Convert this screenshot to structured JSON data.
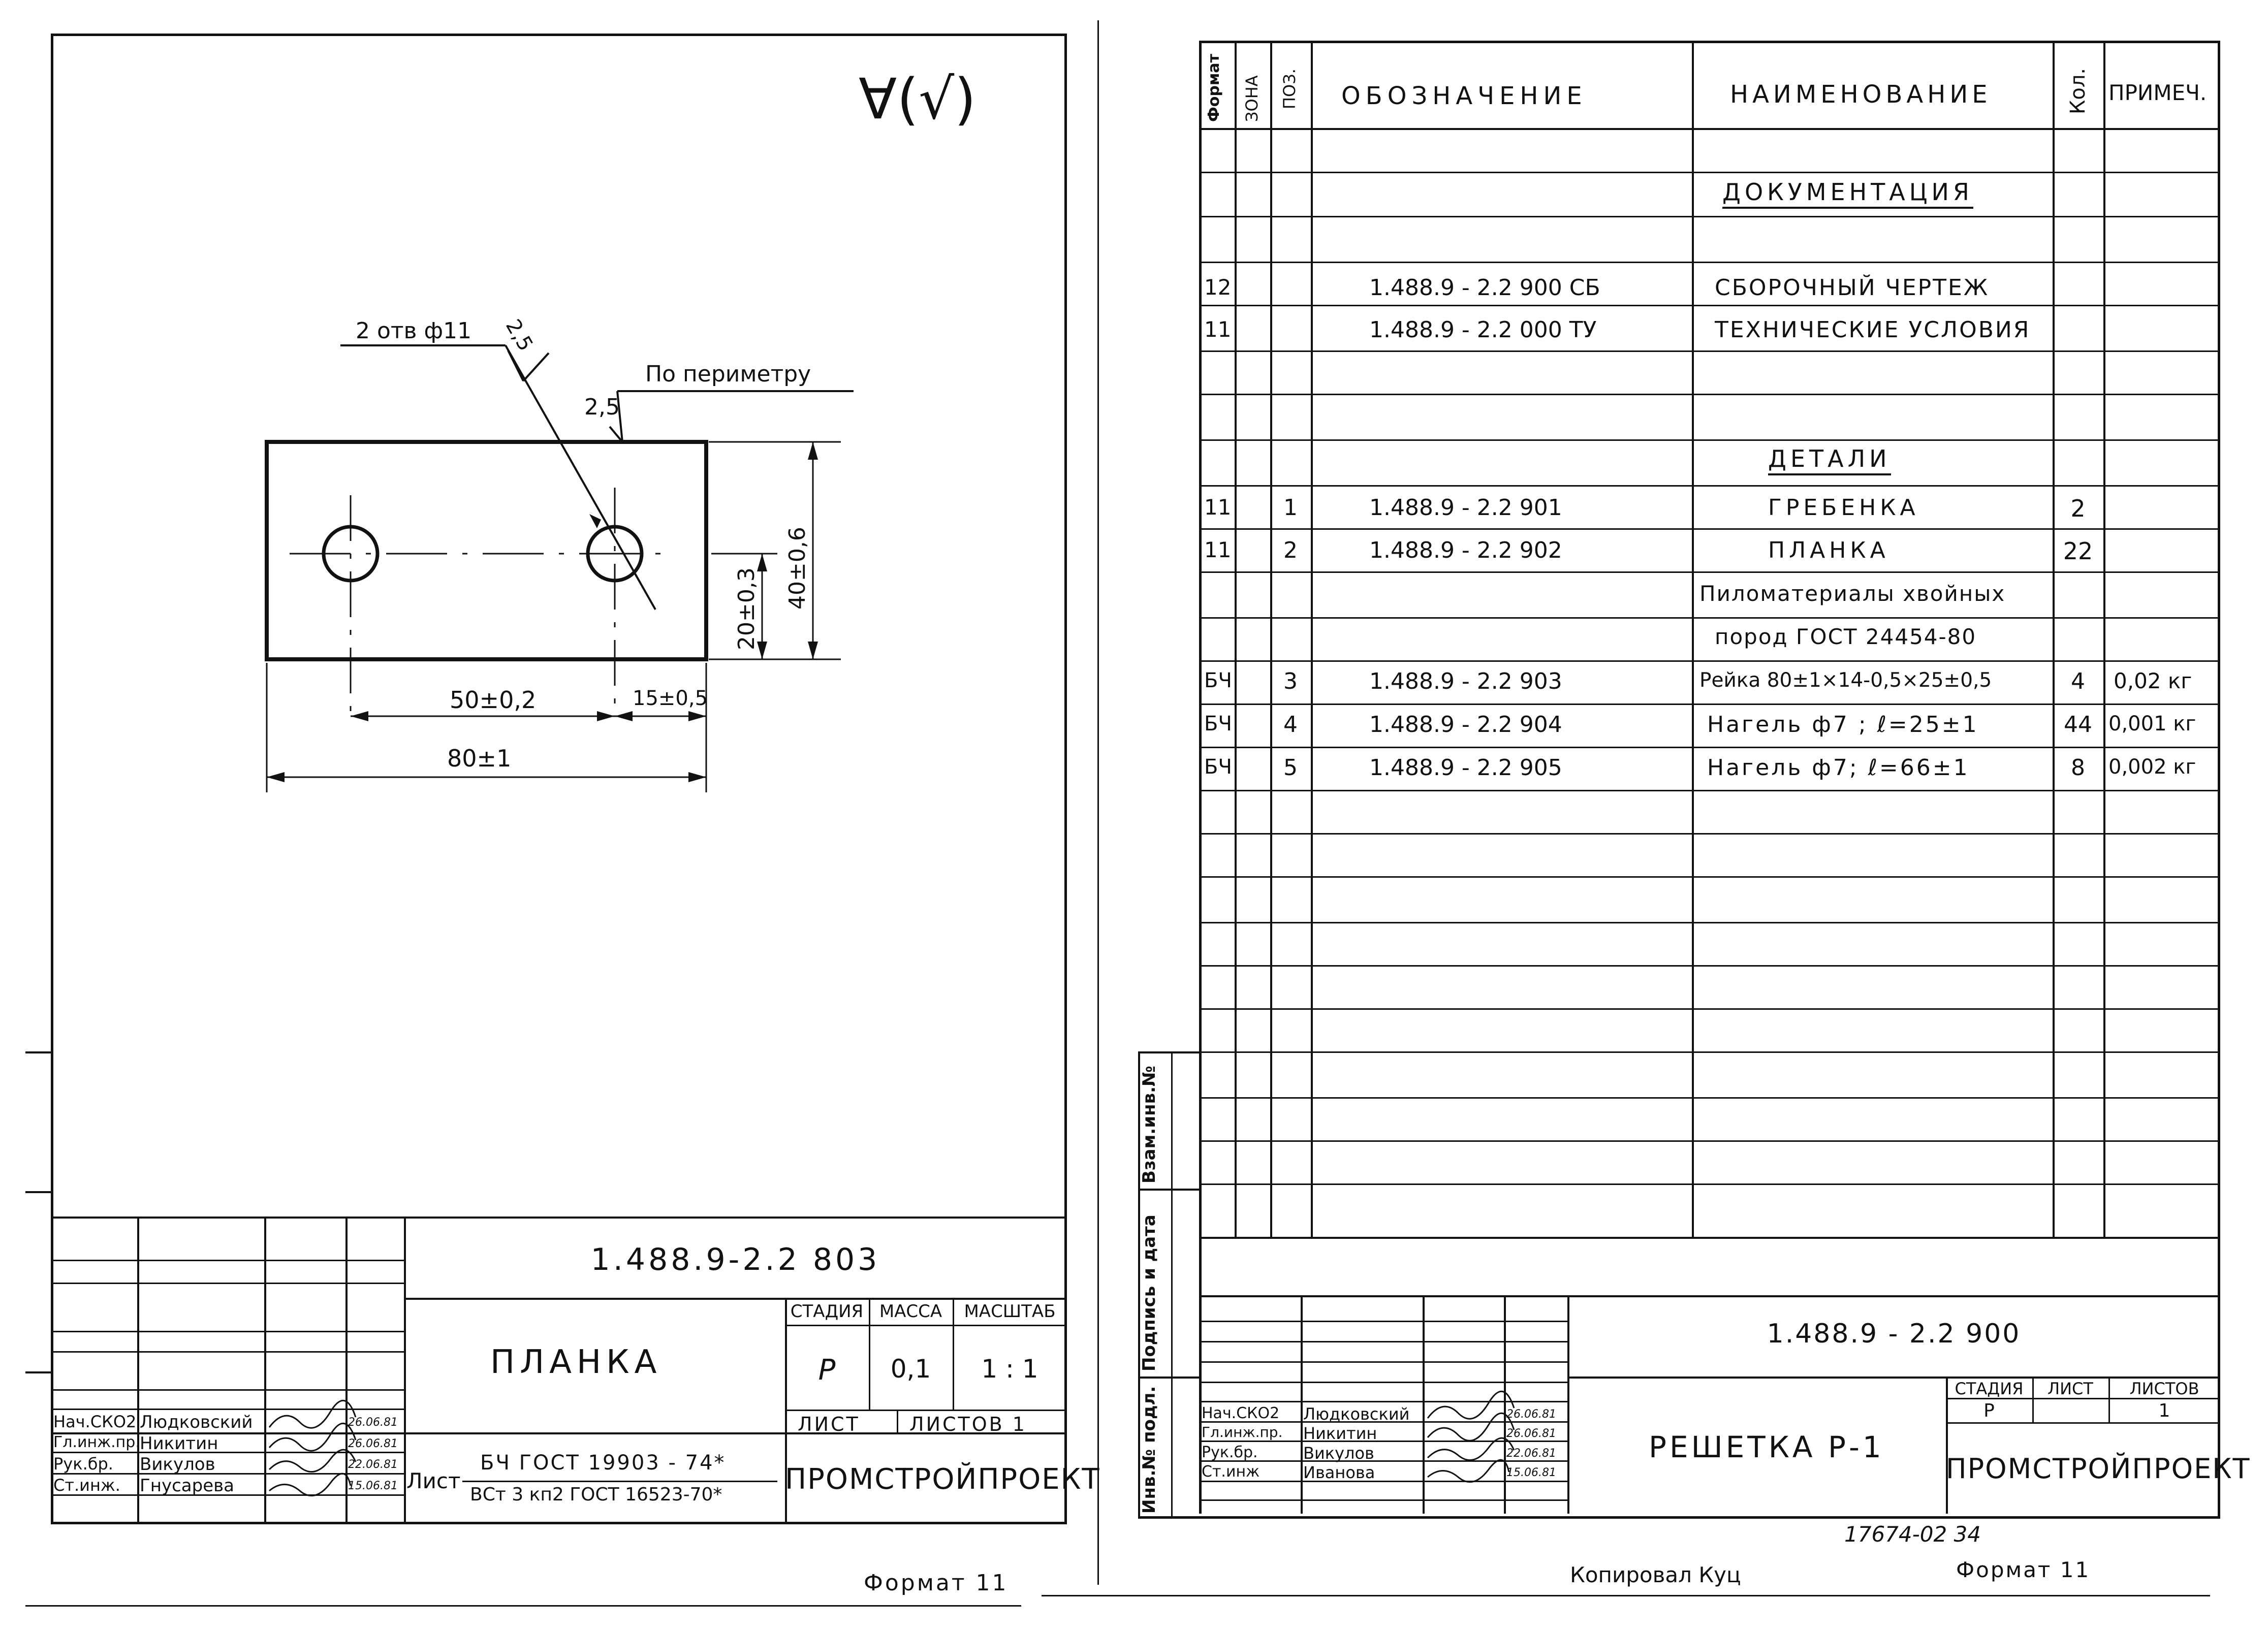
{
  "left_sheet": {
    "roughness_symbol": "∀(√)",
    "notes": {
      "holes": "2 отв ф11",
      "roughness_holes": "2,5",
      "roughness_perimeter": "2,5",
      "perimeter": "По периметру"
    },
    "dimensions": {
      "height_total": "40±0,6",
      "height_half": "20±0,3",
      "hole_spacing": "50±0,2",
      "edge_offset": "15±0,5",
      "length": "80±1"
    },
    "title_block": {
      "designation": "1.488.9-2.2 803",
      "name": "Планка",
      "header_stage": "Стадия",
      "header_mass": "Масса",
      "header_scale": "Масштаб",
      "stage": "Р",
      "mass": "0,1",
      "scale": "1 : 1",
      "sheet_label": "Лист",
      "sheets_label": "Листов 1",
      "material_prefix": "Лист",
      "material_top": "БЧ ГОСТ 19903 - 74*",
      "material_bottom": "ВСт 3 кп2 ГОСТ 16523-70*",
      "organization": "ПРОМСТРОЙПРОЕКТ",
      "signers": [
        {
          "role": "Нач.СКО2",
          "name": "Людковский",
          "date": "26.06.81"
        },
        {
          "role": "Гл.инж.пр.",
          "name": "Никитин",
          "date": "26.06.81"
        },
        {
          "role": "Рук.бр.",
          "name": "Викулов",
          "date": "22.06.81"
        },
        {
          "role": "Ст.инж.",
          "name": "Гнусарева",
          "date": "15.06.81"
        }
      ]
    },
    "format_label": "Формат 11"
  },
  "right_sheet": {
    "headers": {
      "format": "Формат",
      "zone": "Зона",
      "pos": "Поз.",
      "designation": "Обозначение",
      "name": "Наименование",
      "qty": "Кол.",
      "note": "Примеч."
    },
    "sections": {
      "documentation": "Документация",
      "parts": "Детали"
    },
    "rows": [
      {
        "format": "12",
        "pos": "",
        "designation": "1.488.9 - 2.2 900 СБ",
        "name": "Сборочный чертеж",
        "qty": "",
        "note": ""
      },
      {
        "format": "11",
        "pos": "",
        "designation": "1.488.9 - 2.2 000 ТУ",
        "name": "Технические условия",
        "qty": "",
        "note": ""
      },
      {
        "format": "11",
        "pos": "1",
        "designation": "1.488.9 - 2.2 901",
        "name": "Гребенка",
        "qty": "2",
        "note": ""
      },
      {
        "format": "11",
        "pos": "2",
        "designation": "1.488.9 - 2.2 902",
        "name": "Планка",
        "qty": "22",
        "note": ""
      },
      {
        "format": "",
        "pos": "",
        "designation": "",
        "name": "Пиломатериалы хвойных",
        "qty": "",
        "note": ""
      },
      {
        "format": "",
        "pos": "",
        "designation": "",
        "name": "пород  ГОСТ 24454-80",
        "qty": "",
        "note": ""
      },
      {
        "format": "БЧ",
        "pos": "3",
        "designation": "1.488.9 - 2.2 903",
        "name": "Рейка 80±1×14-0,5×25±0,5",
        "qty": "4",
        "note": "0,02 кг"
      },
      {
        "format": "БЧ",
        "pos": "4",
        "designation": "1.488.9 - 2.2 904",
        "name": "Нагель  ф7 ;  ℓ=25±1",
        "qty": "44",
        "note": "0,001 кг"
      },
      {
        "format": "БЧ",
        "pos": "5",
        "designation": "1.488.9 - 2.2 905",
        "name": "Нагель  ф7;  ℓ=66±1",
        "qty": "8",
        "note": "0,002 кг"
      }
    ],
    "side_labels": {
      "inv_podl": "Инв.№ подл.",
      "podpis_data": "Подпись и дата",
      "vzam_inv": "Взам.инв.№"
    },
    "title_block": {
      "designation": "1.488.9 - 2.2 900",
      "name": "Решетка  Р-1",
      "header_stage": "Стадия",
      "header_sheet": "Лист",
      "header_sheets": "Листов",
      "stage": "Р",
      "sheet": "",
      "sheets": "1",
      "organization": "ПРОМСТРОЙПРОЕКТ",
      "signers": [
        {
          "role": "Нач.СКО2",
          "name": "Людковский",
          "date": "26.06.81"
        },
        {
          "role": "Гл.инж.пр.",
          "name": "Никитин",
          "date": "26.06.81"
        },
        {
          "role": "Рук.бр.",
          "name": "Викулов",
          "date": "22.06.81"
        },
        {
          "role": "Ст.инж",
          "name": "Иванова",
          "date": "15.06.81"
        }
      ]
    },
    "archive_number": "17674-02  34",
    "copied_by": "Копировал  Куц",
    "format_label": "Формат 11"
  }
}
